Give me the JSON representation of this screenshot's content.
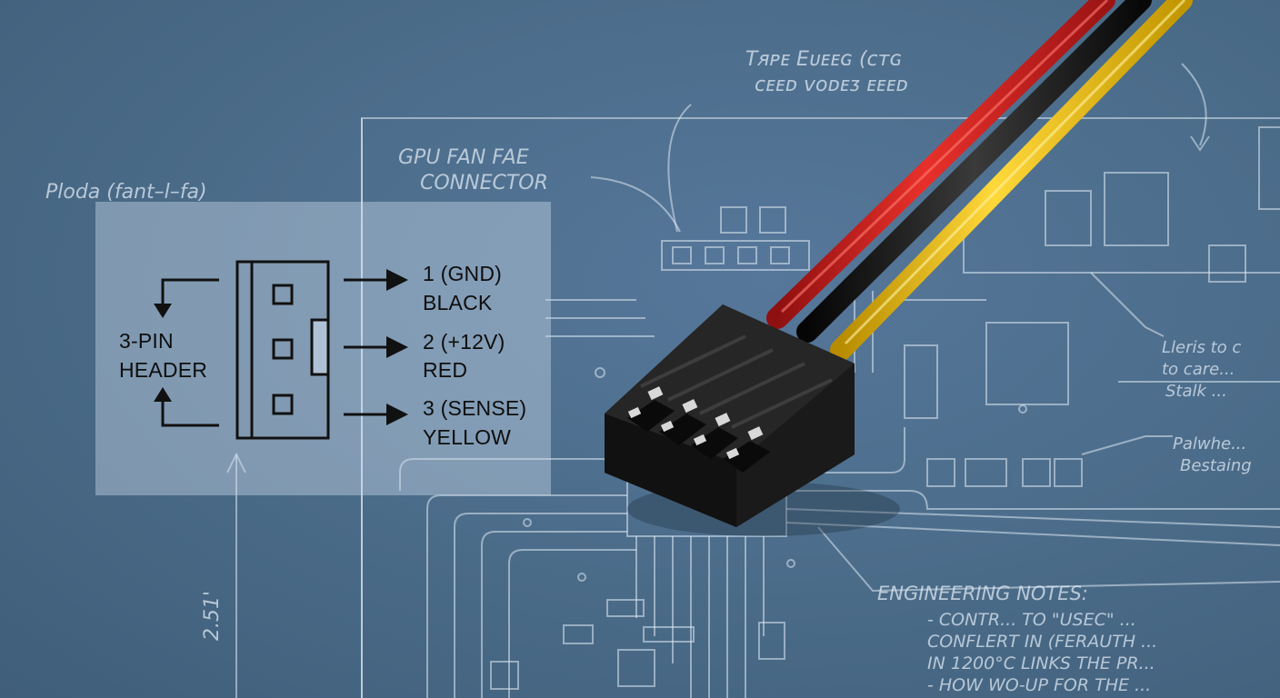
{
  "overlay": {
    "header_label_line1": "3-PIN",
    "header_label_line2": "HEADER",
    "pins": [
      {
        "number_label": "1 (GND)",
        "color_label": "BLACK"
      },
      {
        "number_label": "2 (+12V)",
        "color_label": "RED"
      },
      {
        "number_label": "3 (SENSE)",
        "color_label": "YELLOW"
      }
    ]
  },
  "blueprint_notes": {
    "top_title_line1": "Tᴙᴘᴇ Eᴜᴇᴇɢ (ᴄᴛɢ",
    "top_title_line2": "ᴄᴇᴇᴅ ᴠᴏᴅᴇᴣ ᴇᴇᴇᴅ",
    "connector_title_line1": "GPU FAN FAE",
    "connector_title_line2": "CONNECTOR",
    "left_note": "Ploda (fant–l–fa)",
    "dimension": "2.51'",
    "right_note_1_line1": "Lleris to c",
    "right_note_1_line2": "to care...",
    "right_note_1_line3": "Stalk ...",
    "right_note_2_line1": "Palwhe...",
    "right_note_2_line2": "Bestaing",
    "engineering_title": "ENGINEERING NOTES:",
    "engineering_lines": [
      "- CONTR... TO \"USEC\" ...",
      "CONFLERT IN (FERAUTH ...",
      "IN 1200°C LINKS THE PR...",
      "- HOW WO-UP FOR THE ..."
    ]
  },
  "colors": {
    "blueprint_bg": "#4a6b88",
    "line": "#dce7f2",
    "wire_black": "#121212",
    "wire_red": "#d41f1f",
    "wire_yellow": "#f2c40f",
    "connector_body": "#151515"
  }
}
